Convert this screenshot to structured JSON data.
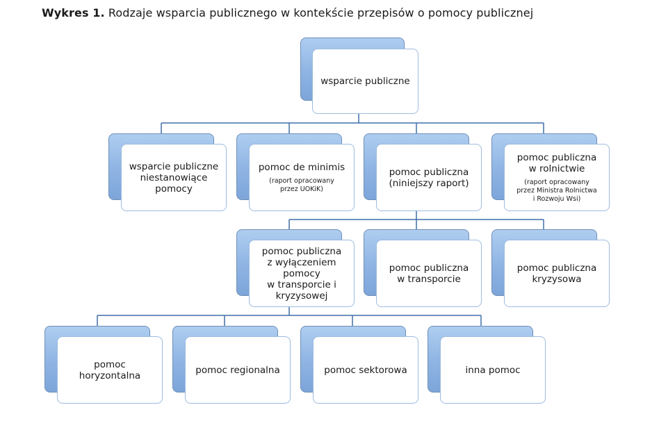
{
  "title": {
    "bold": "Wykres 1.",
    "text": " Rodzaje wsparcia publicznego w kontekście przepisów o pomocy publicznej"
  },
  "nodes": {
    "root": {
      "label": "wsparcie publiczne"
    },
    "niestanowiace": {
      "label": "wsparcie publiczne\nniestanowiące\npomocy"
    },
    "deminimis": {
      "label": "pomoc de minimis",
      "note": "(raport opracowany\nprzez UOKiK)"
    },
    "pomocpubliczna": {
      "label": "pomoc publiczna\n(niniejszy raport)"
    },
    "rolnictwo": {
      "label": "pomoc publiczna\nw rolnictwie",
      "note": "(raport opracowany\nprzez Ministra Rolnictwa\ni Rozwoju Wsi)"
    },
    "wylaczenie": {
      "label": "pomoc publiczna\nz wyłączeniem\npomocy\nw transporcie i\nkryzysowej"
    },
    "transport": {
      "label": "pomoc publiczna\nw transporcie"
    },
    "kryzysowa": {
      "label": "pomoc publiczna\nkryzysowa"
    },
    "horyzontalna": {
      "label": "pomoc\nhoryzontalna"
    },
    "regionalna": {
      "label": "pomoc regionalna"
    },
    "sektorowa": {
      "label": "pomoc sektorowa"
    },
    "inna": {
      "label": "inna pomoc"
    }
  },
  "colors": {
    "connector": "#3f6fa8",
    "shadow_box": "#8fb4e3",
    "front_border": "#9dbbe0"
  }
}
